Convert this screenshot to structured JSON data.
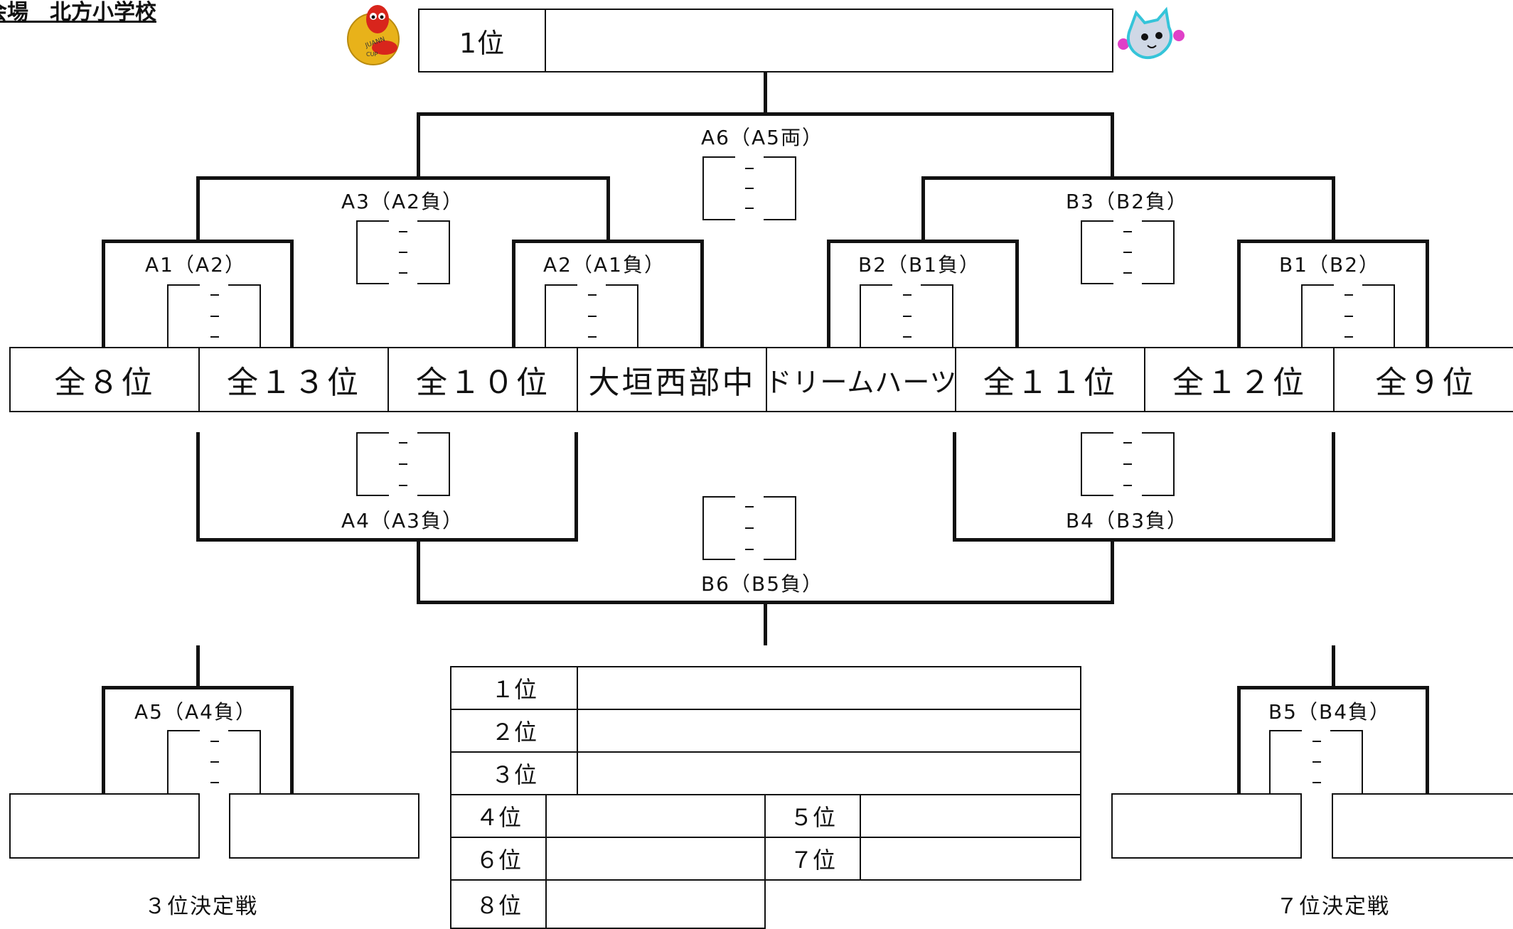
{
  "header": {
    "venue": "会場　北方小学校"
  },
  "final_box": {
    "rank_label": "1位",
    "value": ""
  },
  "matches": {
    "A6": "A6（A5両）",
    "A3": "A3（A2負）",
    "B3": "B3（B2負）",
    "A1": "A1（A2）",
    "A2": "A2（A1負）",
    "B2": "B2（B1負）",
    "B1": "B1（B2）",
    "A4": "A4（A3負）",
    "B4": "B4（B3負）",
    "B6": "B6（B5負）",
    "A5": "A5（A4負）",
    "B5": "B5（B4負）"
  },
  "teams": [
    "全８位",
    "全１３位",
    "全１０位",
    "大垣西部中",
    "ドリームハーツ",
    "全１１位",
    "全１２位",
    "全９位"
  ],
  "results_table": {
    "rows_full": [
      {
        "label": "１位",
        "value": ""
      },
      {
        "label": "２位",
        "value": ""
      },
      {
        "label": "３位",
        "value": ""
      }
    ],
    "rows_split": [
      {
        "left_label": "４位",
        "left_value": "",
        "right_label": "５位",
        "right_value": ""
      },
      {
        "left_label": "６位",
        "left_value": "",
        "right_label": "７位",
        "right_value": ""
      }
    ],
    "row_last": {
      "label": "８位",
      "value": ""
    }
  },
  "playoffs": {
    "third_place": "３位決定戦",
    "seventh_place": "７位決定戦"
  },
  "logos": {
    "left": "juann-cup-logo",
    "right": "mascot-logo"
  },
  "colors": {
    "line": "#111111",
    "logo_gold": "#e8b21a",
    "logo_red": "#d8251c",
    "mascot_cyan": "#35c4d9",
    "mascot_pink": "#e040c8"
  }
}
